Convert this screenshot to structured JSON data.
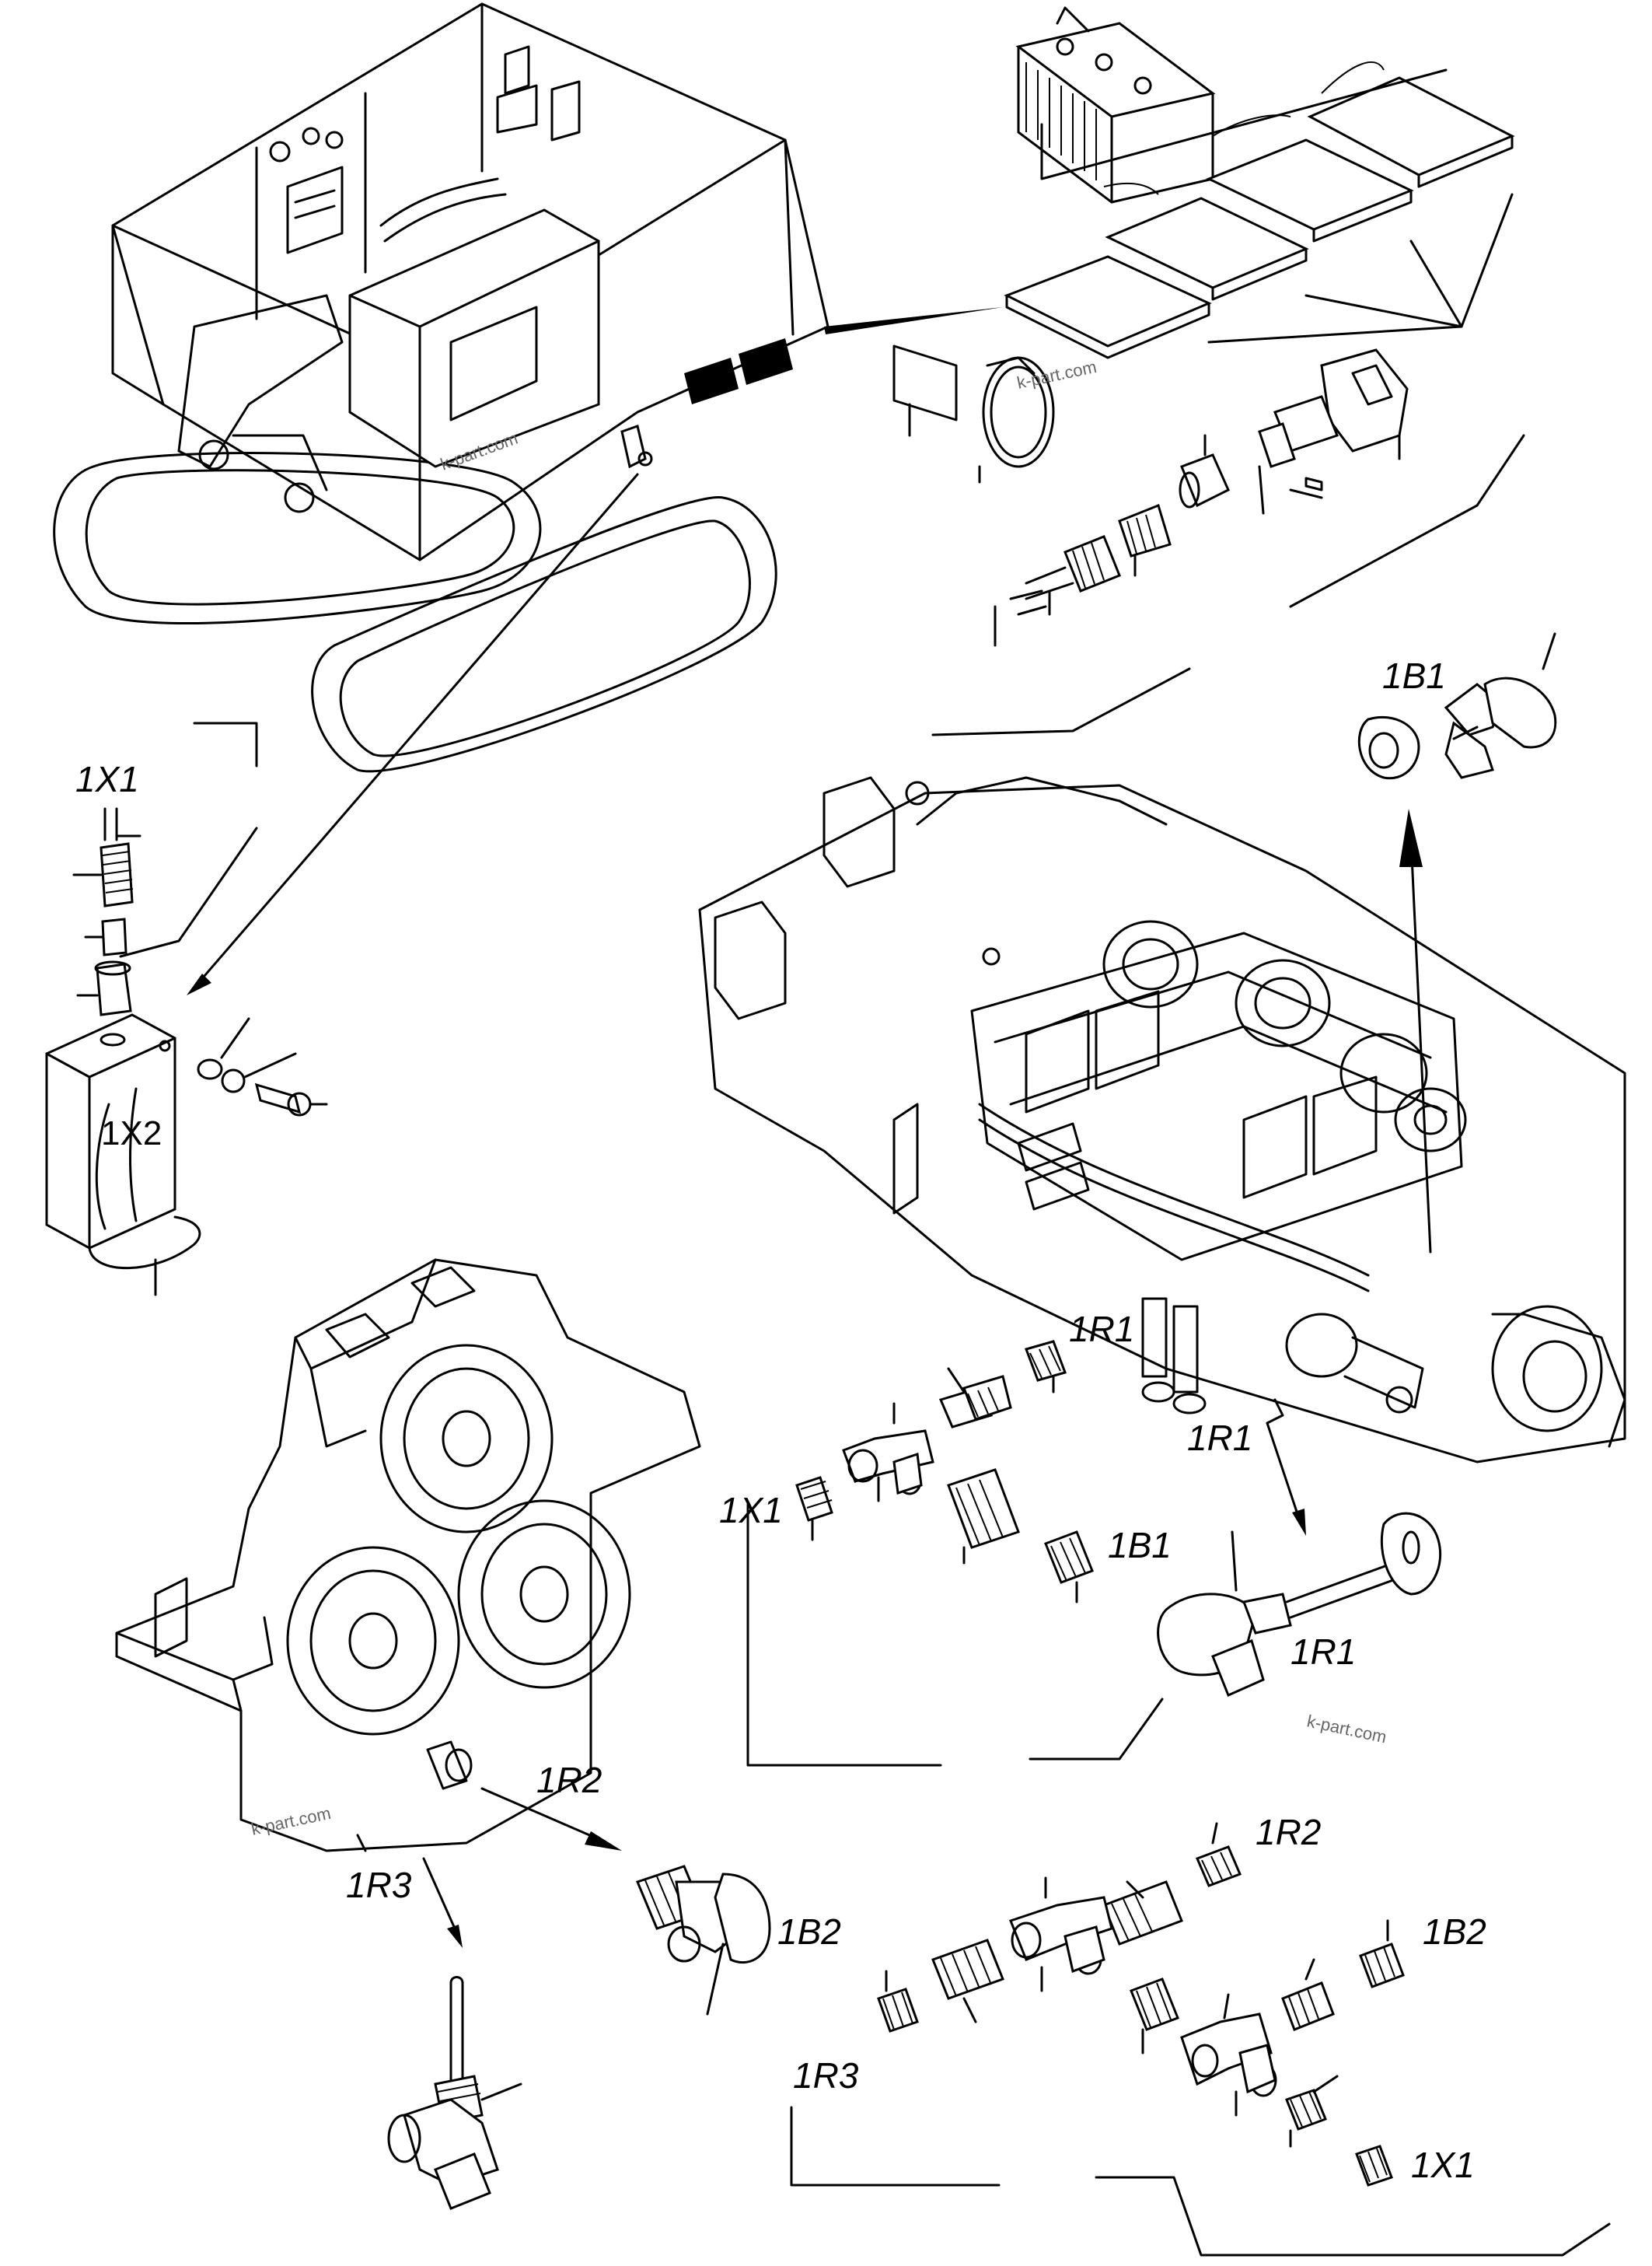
{
  "labels": {
    "x1_top": "1X1",
    "x2_box": "1X2",
    "b1_top": "1B1",
    "r1_a": "1R1",
    "r1_b": "1R1",
    "x1_mid": "1X1",
    "b1_mid": "1B1",
    "r1_c": "1R1",
    "r2_a": "1R2",
    "r3_a": "1R3",
    "b2_a": "1B2",
    "r2_b": "1R2",
    "b2_b": "1B2",
    "r3_b": "1R3",
    "x1_bot": "1X1"
  },
  "watermarks": {
    "w1": "k-part.com",
    "w2": "k-part.com",
    "w3": "k-part.com",
    "w4": "k-part.com"
  }
}
